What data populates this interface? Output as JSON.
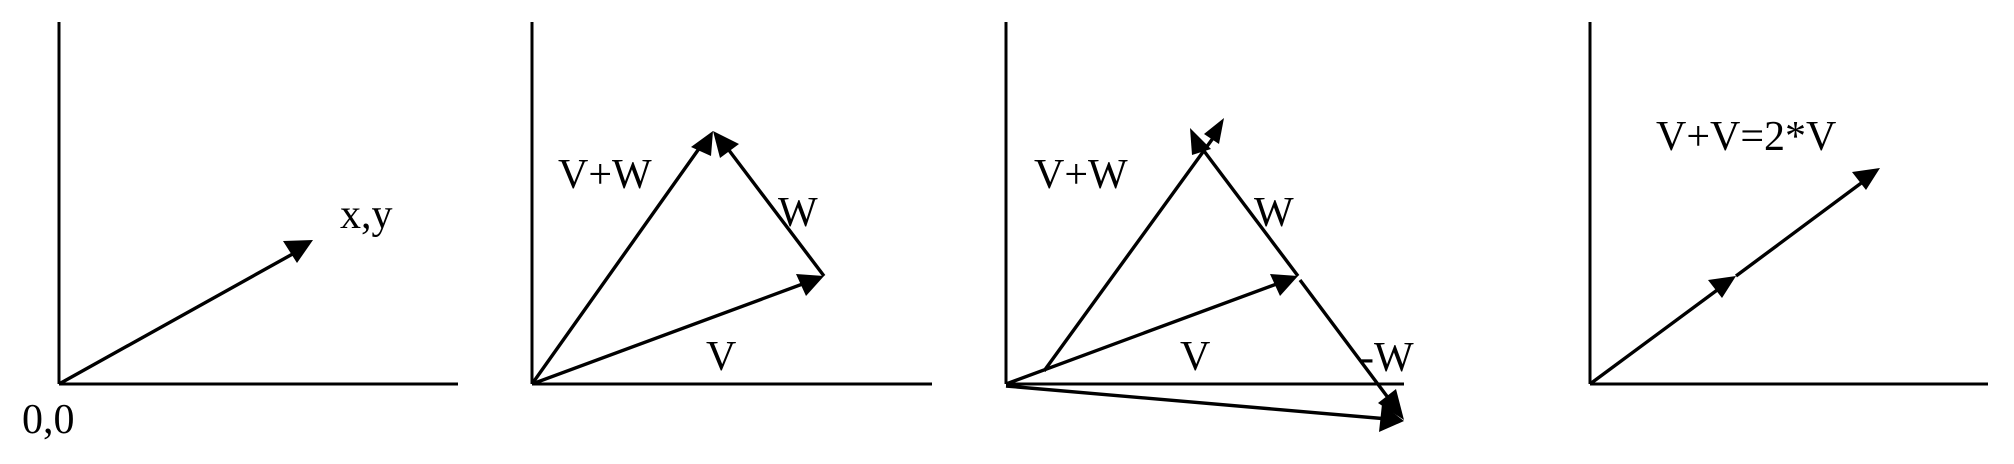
{
  "panels": [
    {
      "labels": {
        "vector": "x,y",
        "origin": "0,0"
      }
    },
    {
      "labels": {
        "sum": "V+W",
        "w": "W",
        "v": "V"
      }
    },
    {
      "labels": {
        "sum": "V+W",
        "w": "W",
        "v": "V",
        "neg_w": "-W"
      }
    },
    {
      "labels": {
        "doubled": "V+V=2*V"
      }
    }
  ],
  "colors": {
    "ink": "#000000",
    "background": "#ffffff"
  }
}
